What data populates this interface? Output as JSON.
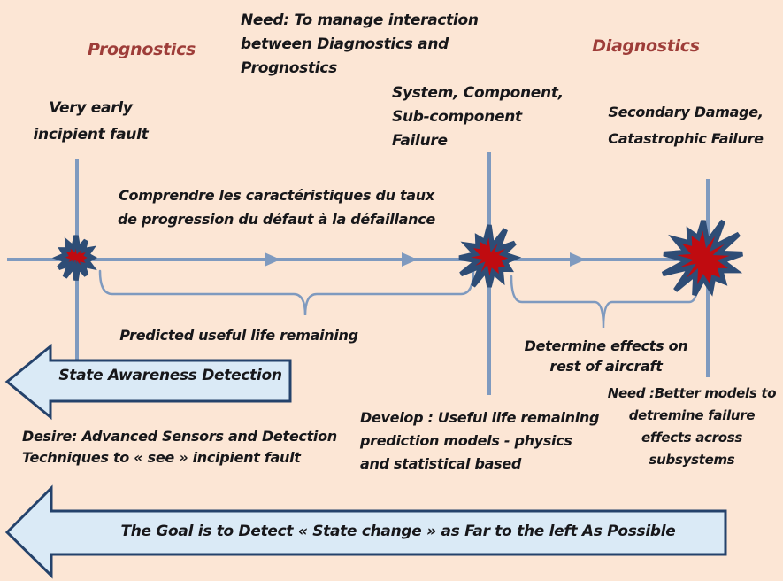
{
  "palette": {
    "background": "#fce6d5",
    "line_blue": "#7f9abf",
    "burst_red": "#c00b10",
    "burst_outline": "#2e4d76",
    "arrow_fill": "#daeaf6",
    "arrow_border": "#24426b",
    "heading_red": "#9e3d39",
    "text_black": "#17171a"
  },
  "headings": {
    "prognostics": "Prognostics",
    "diagnostics": "Diagnostics",
    "need_manage": "Need: To manage interaction\nbetween Diagnostics and\nPrognostics"
  },
  "stages": {
    "very_early": "Very early\nincipient fault",
    "system_failure": "System, Component,\nSub-component\nFailure",
    "secondary_damage": "Secondary Damage,\nCatastrophic Failure"
  },
  "timeline": {
    "french_note": "Comprendre les caractéristiques du taux\nde progression du défaut à la défaillance",
    "predicted_label": "Predicted useful life remaining",
    "determine_label": "Determine effects on\nrest of aircraft"
  },
  "callouts": {
    "desire": "Desire: Advanced Sensors and Detection\nTechniques to « see » incipient fault",
    "develop": "Develop : Useful life remaining\nprediction models - physics\nand statistical based",
    "need_better": "Need :Better models to\ndetremine failure\neffects across\nsubsystems"
  },
  "arrows": {
    "state_awareness": "State Awareness Detection",
    "goal": "The Goal is to Detect « State change » as Far to the left As Possible"
  }
}
